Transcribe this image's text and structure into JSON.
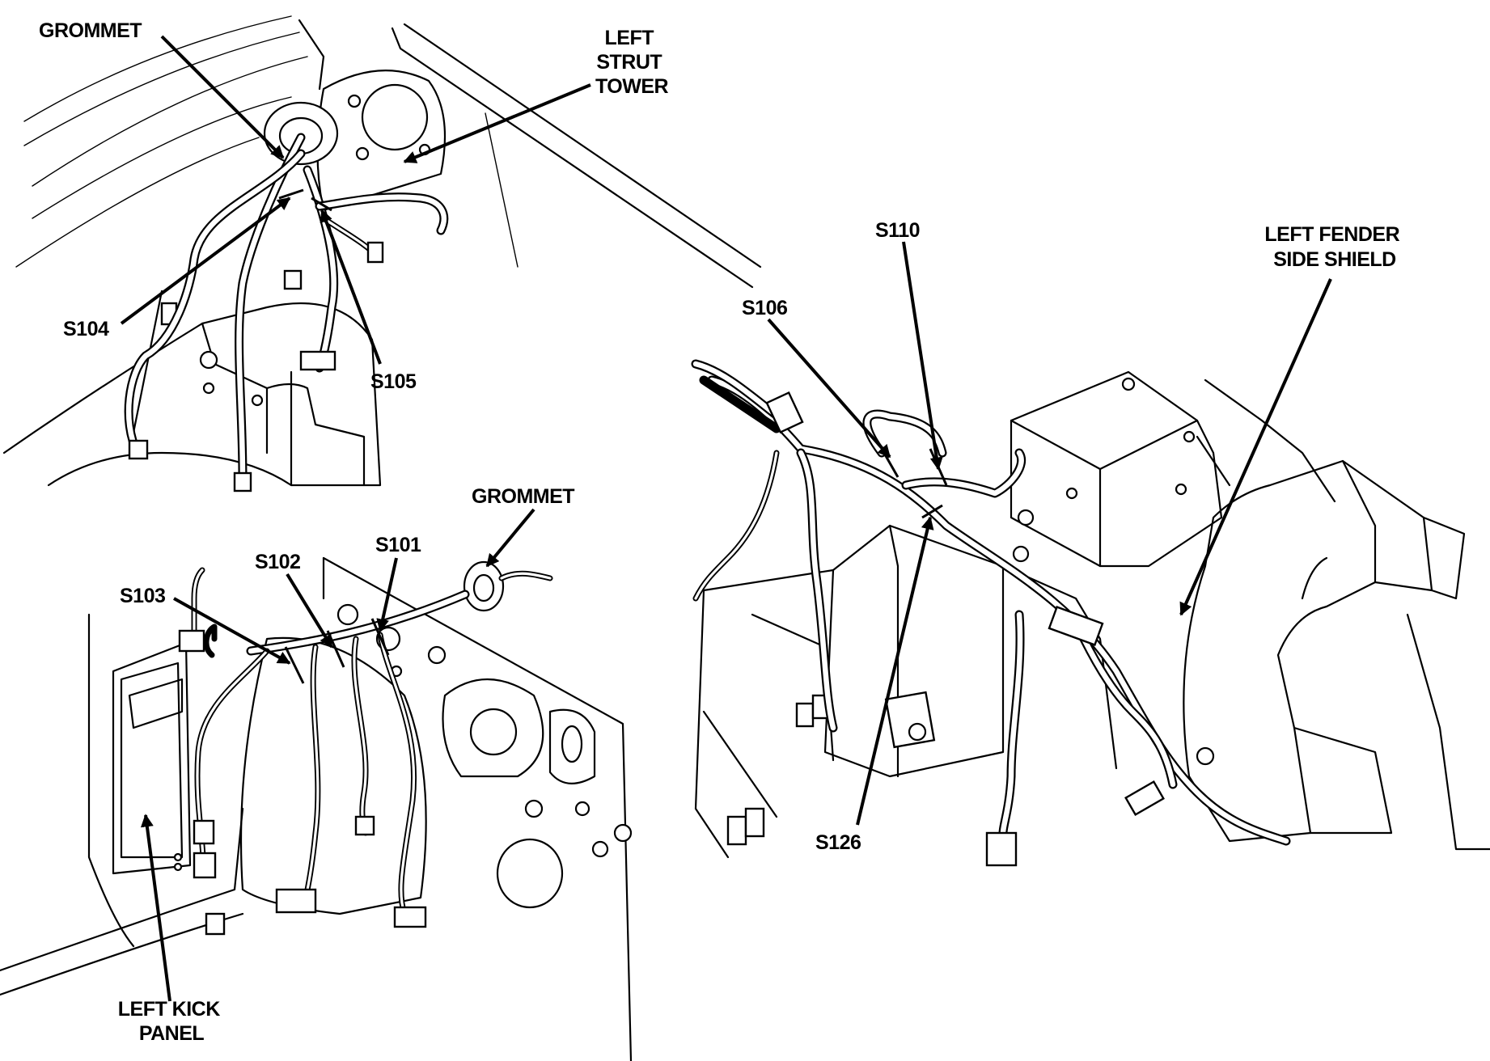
{
  "diagram": {
    "callouts": {
      "grommet_top": "GROMMET",
      "left_strut_tower": [
        "LEFT",
        "STRUT",
        "TOWER"
      ],
      "s104": "S104",
      "s105": "S105",
      "grommet_mid": "GROMMET",
      "s101": "S101",
      "s102": "S102",
      "s103": "S103",
      "left_kick_panel": [
        "LEFT KICK",
        "PANEL"
      ],
      "s110": "S110",
      "s106": "S106",
      "left_fender_side_shield": [
        "LEFT FENDER",
        "SIDE SHIELD"
      ],
      "s126": "S126"
    }
  }
}
